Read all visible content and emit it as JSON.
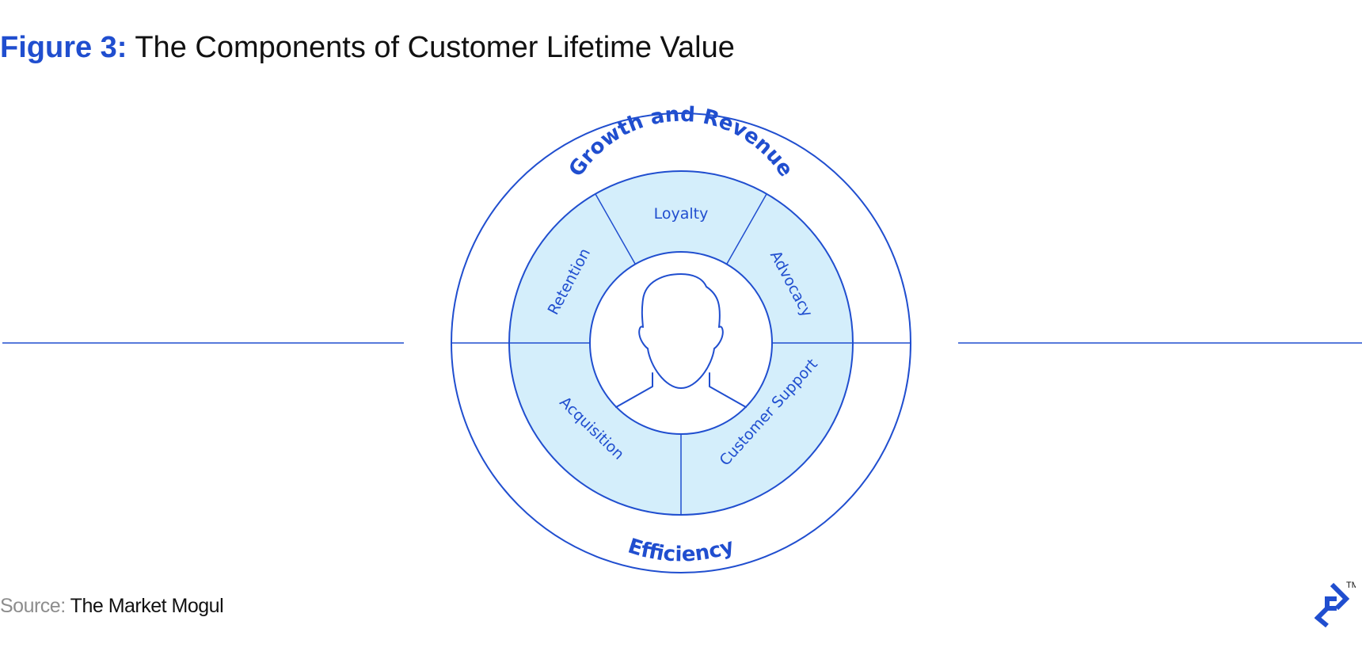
{
  "title": {
    "prefix": "Figure 3:",
    "text": "The Components of Customer Lifetime Value"
  },
  "diagram": {
    "outer_ring": {
      "top_label": "Growth and Revenue",
      "bottom_label": "Efficiency"
    },
    "segments": [
      "Loyalty",
      "Advocacy",
      "Customer Support",
      "Acquisition",
      "Retention"
    ],
    "center_icon": "person-silhouette-icon"
  },
  "source": {
    "label": "Source:",
    "value": "The Market Mogul"
  },
  "logo": {
    "icon": "brand-logo-icon",
    "trademark": "TM"
  },
  "colors": {
    "accent": "#204ecf",
    "segment_fill": "#d4eefb",
    "text": "#111111",
    "muted": "#8d8d8d"
  }
}
